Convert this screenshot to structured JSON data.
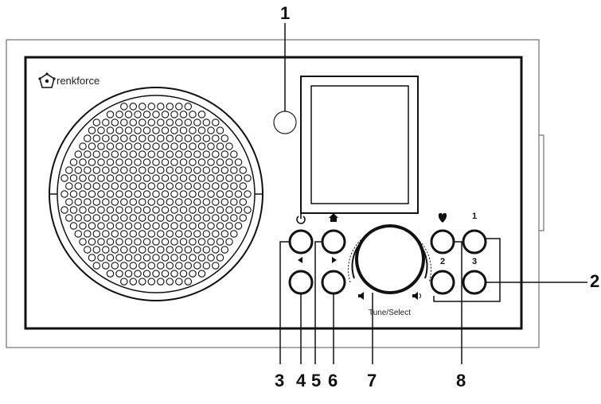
{
  "brand": {
    "logo_text": "renkforce"
  },
  "controls": {
    "knob_label": "Tune/Select",
    "preset_labels": [
      "1",
      "2",
      "3"
    ]
  },
  "callouts": [
    "1",
    "2",
    "3",
    "4",
    "5",
    "6",
    "7",
    "8"
  ],
  "colors": {
    "ink": "#111111",
    "cabinet_outline": "#555555"
  },
  "icons": [
    "power-icon",
    "home-icon",
    "heart-icon",
    "prev-icon",
    "next-icon",
    "volume-down-icon",
    "volume-up-icon"
  ]
}
